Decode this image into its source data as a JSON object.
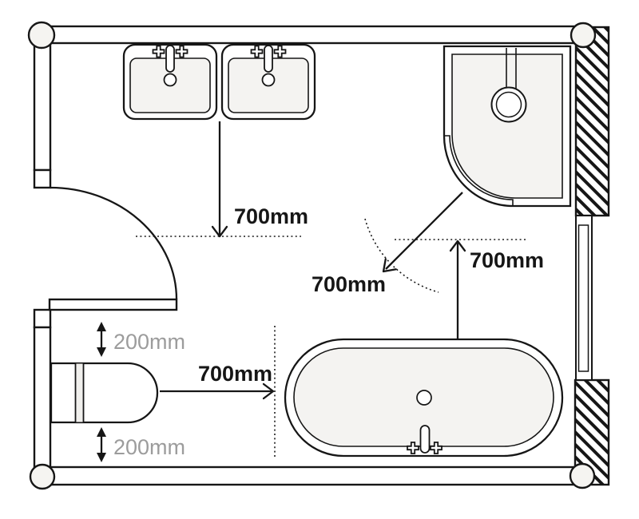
{
  "diagram": {
    "kind": "bathroom-floor-plan",
    "fixtures": {
      "sink_left": "sink",
      "sink_right": "sink",
      "shower": "corner-shower",
      "toilet": "toilet",
      "bathtub": "bathtub",
      "door": "door-with-swing",
      "window": "window",
      "walls": "hatched-exterior-wall"
    },
    "icons": {
      "tap_handle": "plus-cross-icon",
      "drain": "circle-drain-icon",
      "hatch": "diagonal-hatch-pattern"
    },
    "colors": {
      "line": "#161616",
      "fixture_fill": "#f4f3f1",
      "corner_fill": "#f5f4f1",
      "label": "#161616",
      "muted_label": "#9c9c9c",
      "background": "#ffffff"
    }
  },
  "annotations": {
    "sink_front_clearance": {
      "label": "700mm"
    },
    "shower_front_clearance": {
      "label": "700mm"
    },
    "tub_to_shower_clearance": {
      "label": "700mm"
    },
    "toilet_to_tub_clearance": {
      "label": "700mm"
    },
    "toilet_side_clearance_top": {
      "label": "200mm"
    },
    "toilet_side_clearance_bottom": {
      "label": "200mm"
    }
  }
}
